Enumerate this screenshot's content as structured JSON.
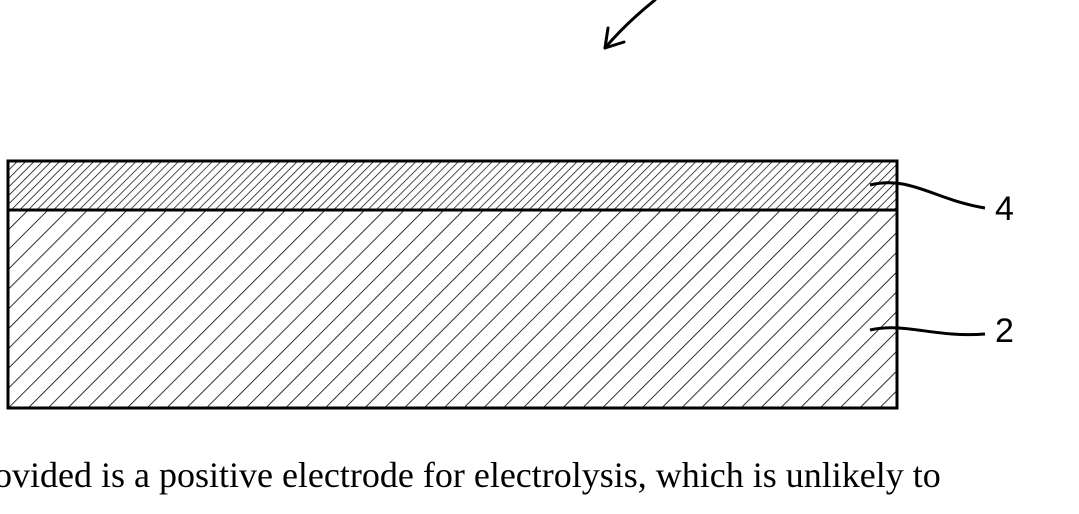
{
  "figure": {
    "layers": [
      {
        "ref": "4",
        "label": "4",
        "hatch": "fine"
      },
      {
        "ref": "2",
        "label": "2",
        "hatch": "coarse"
      }
    ],
    "line_color": "#000000",
    "background": "#ffffff"
  },
  "abstract": {
    "line1": "rovided is a positive electrode for electrolysis, which is unlikely to",
    "line2": ""
  }
}
